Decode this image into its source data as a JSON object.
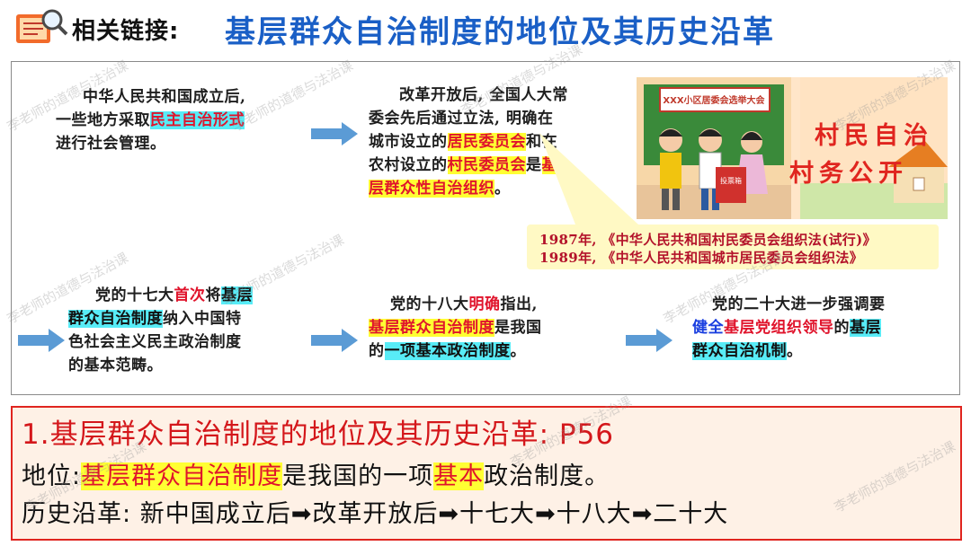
{
  "header": {
    "link_label": "相关链接:",
    "title": "基层群众自治制度的地位及其历史沿革"
  },
  "blocks": {
    "b1": {
      "l1": "中华人民共和国成立后,",
      "l2a": "一些地方采取",
      "l2b": "民主自治形式",
      "l3": "进行社会管理。"
    },
    "b2": {
      "l1": "改革开放后, 全国人大常",
      "l2": "委会先后通过立法, 明确在",
      "l3a": "城市设立的",
      "l3b": "居民委员会",
      "l3c": "和在",
      "l4a": "农村设立的",
      "l4b": "村民委员会",
      "l4c": "是",
      "l4d": "基",
      "l5": "层群众性自治组织",
      "l5b": "。"
    },
    "b3": {
      "l1a": "党的十七大",
      "l1b": "首次",
      "l1c": "将",
      "l1d": "基层",
      "l2a": "群众自治制度",
      "l2b": "纳入中国特",
      "l3": "色社会主义民主政治制度",
      "l4": "的基本范畴。"
    },
    "b4": {
      "l1a": "党的十八大",
      "l1b": "明确",
      "l1c": "指出,",
      "l2a": "基层群众自治制度",
      "l2b": "是我国",
      "l3a": "的",
      "l3b": "一项基本政治制度",
      "l3c": "。"
    },
    "b5": {
      "l1": "党的二十大进一步强调要",
      "l2a": "健全",
      "l2b": "基层党组织领导",
      "l2c": "的",
      "l2d": "基层",
      "l3a": "群众自治机制",
      "l3b": "。"
    }
  },
  "illustration": {
    "banner": "XXX小区居委会选举大会",
    "box_label": "投票箱",
    "slogan1": "村民自治",
    "slogan2": "村务公开"
  },
  "callout": {
    "line1": "1987年, 《中华人民共和国村民委员会组织法(试行)》",
    "line2": "1989年, 《中华人民共和国城市居民委员会组织法》"
  },
  "summary": {
    "title": "1.基层群众自治制度的地位及其历史沿革: P56",
    "pos_label": "地位:",
    "pos_a": "基层群众自治制度",
    "pos_b": "是我国的一项",
    "pos_c": "基本",
    "pos_d": "政治制度。",
    "hist_label": "历史沿革:",
    "hist": [
      "新中国成立后",
      "改革开放后",
      "十七大",
      "十八大",
      "二十大"
    ],
    "arrow_glyph": "➡"
  },
  "watermark": "李老师的道德与法治课",
  "colors": {
    "title_blue": "#1a5fc6",
    "accent_red": "#e0142c",
    "cyan": "#58ecf7",
    "yellow": "#ffff33",
    "arrow_blue": "#5b9bd5"
  }
}
